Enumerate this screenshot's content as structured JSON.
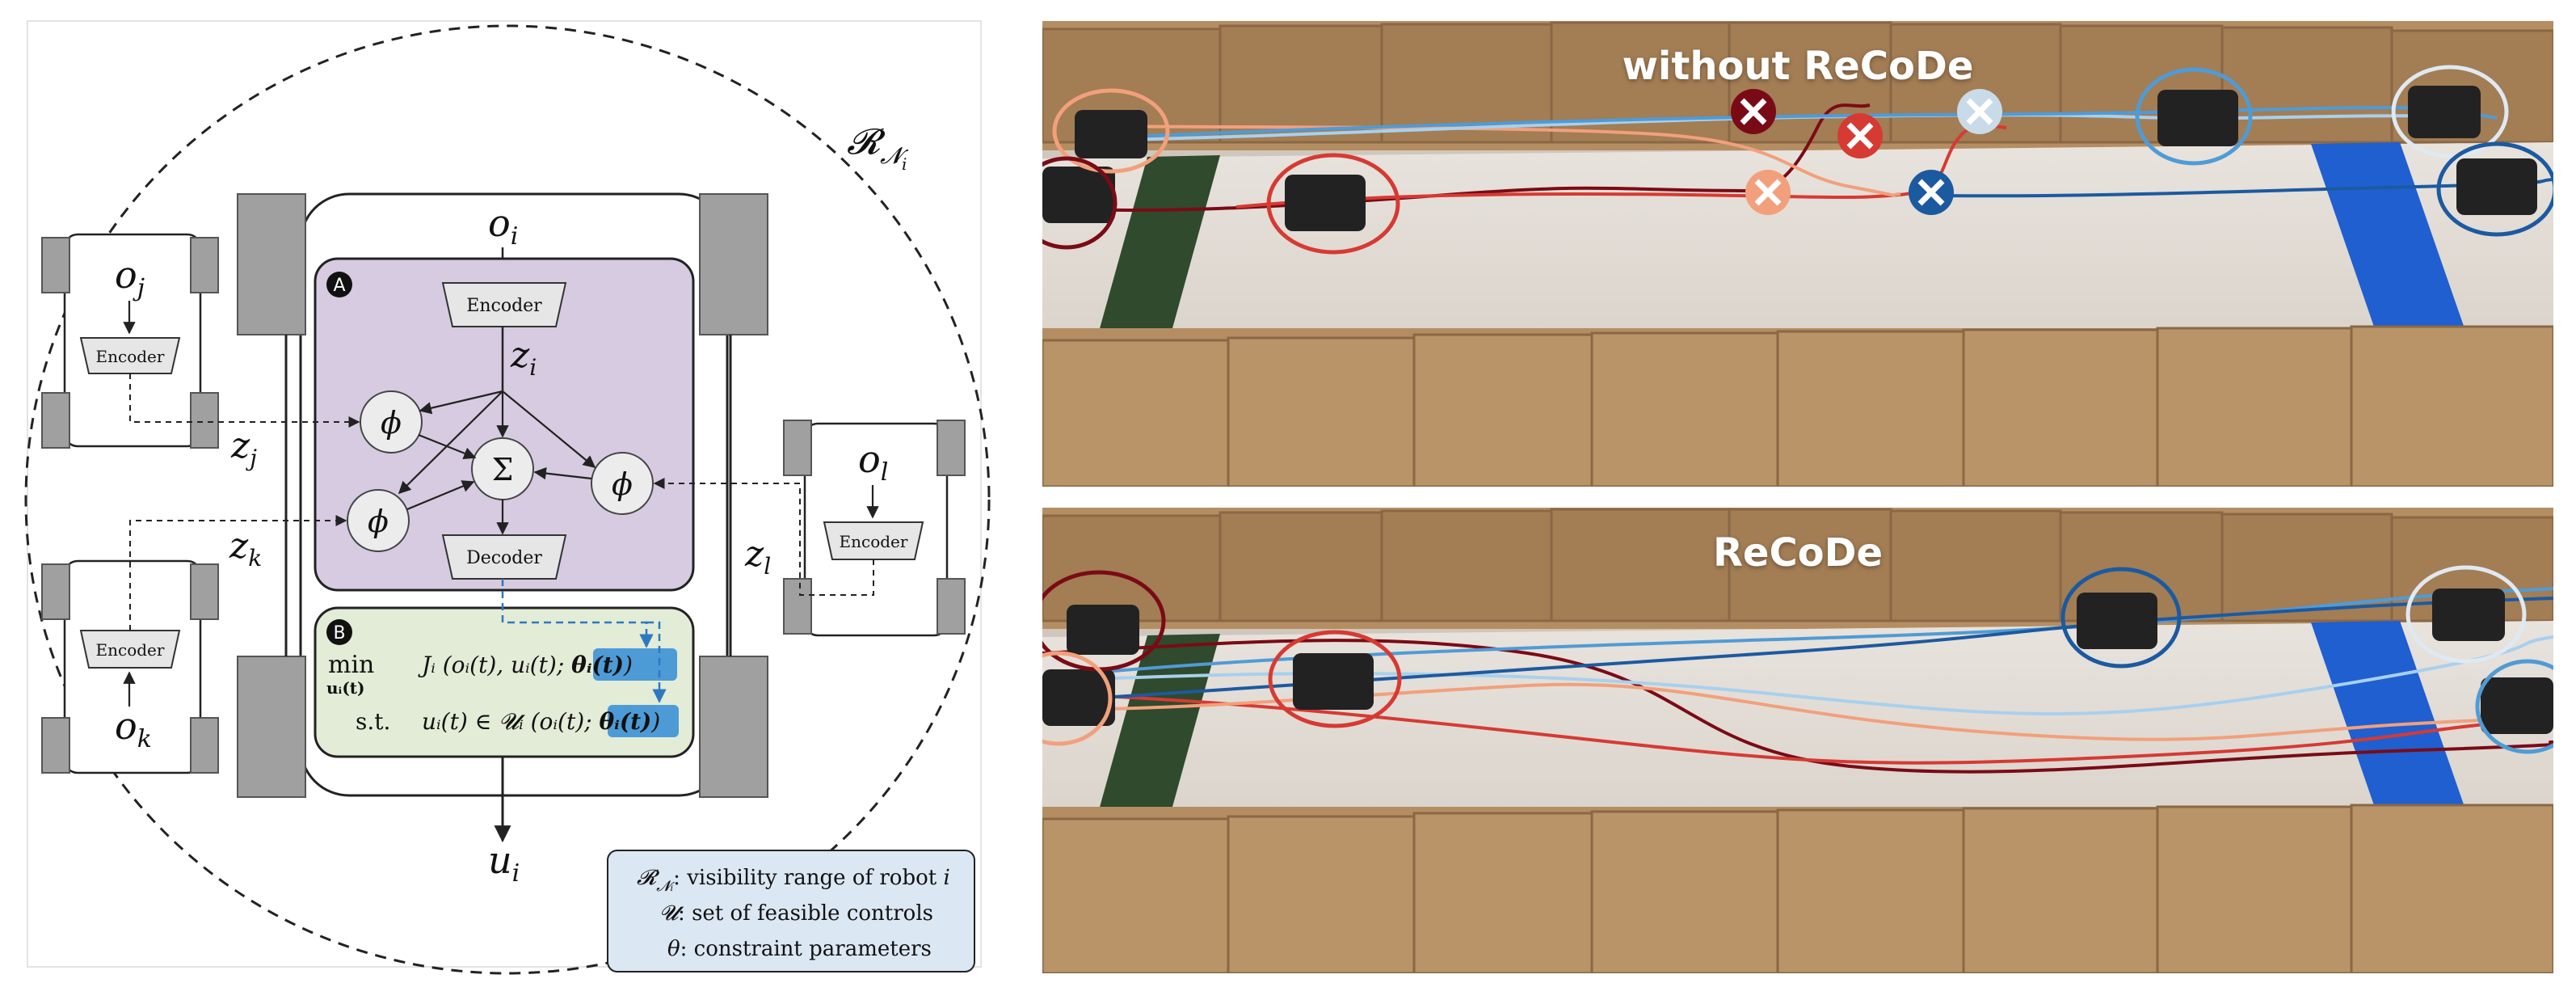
{
  "diagram": {
    "region_label": "𝓡",
    "region_sub": "𝓝",
    "region_subsub": "i",
    "robot_i": {
      "obs": "o",
      "obs_sub": "i",
      "latent": "z",
      "latent_sub": "i",
      "output": "u",
      "output_sub": "i"
    },
    "robot_j": {
      "obs": "o",
      "obs_sub": "j",
      "latent": "z",
      "latent_sub": "j"
    },
    "robot_k": {
      "obs": "o",
      "obs_sub": "k",
      "latent": "z",
      "latent_sub": "k"
    },
    "robot_l": {
      "obs": "o",
      "obs_sub": "l",
      "latent": "z",
      "latent_sub": "l"
    },
    "encoder_label": "Encoder",
    "decoder_label": "Decoder",
    "phi_symbol": "ϕ",
    "sigma_symbol": "Σ",
    "block_a": "A",
    "block_b": "B",
    "optimization": {
      "min_label": "min",
      "min_sub": "uᵢ(t)",
      "objective": "Jᵢ (oᵢ(t), uᵢ(t); ",
      "objective_param": "θᵢ(t)",
      "objective_close": ")",
      "st_label": "s.t.",
      "constraint": "uᵢ(t) ∈ 𝓤ᵢ (oᵢ(t); ",
      "constraint_param": "θᵢ(t)",
      "constraint_close": ")"
    },
    "legend": [
      {
        "symbol": "𝓡",
        "sub": "𝓝ᵢ",
        "text": ": visibility range of robot ",
        "var": "i"
      },
      {
        "symbol": "𝓤",
        "sub": "",
        "text": ": set of feasible controls",
        "var": ""
      },
      {
        "symbol": "θ",
        "sub": "",
        "text": ": constraint parameters",
        "var": ""
      }
    ]
  },
  "photos": {
    "top_title": "without ReCoDe",
    "bottom_title": "ReCoDe"
  },
  "colors": {
    "block_a_fill": "#d6cbe0",
    "block_b_fill": "#e2ecd6",
    "param_highlight": "#4d9bd6",
    "legend_fill": "#dbe7f3",
    "robot_dark_red": "#7a0b16",
    "robot_red": "#d63a33",
    "robot_salmon": "#f2a07c",
    "robot_light_blue": "#a8d0ee",
    "robot_mid_blue": "#4f9bd6",
    "robot_dark_blue": "#1c5aa0"
  }
}
